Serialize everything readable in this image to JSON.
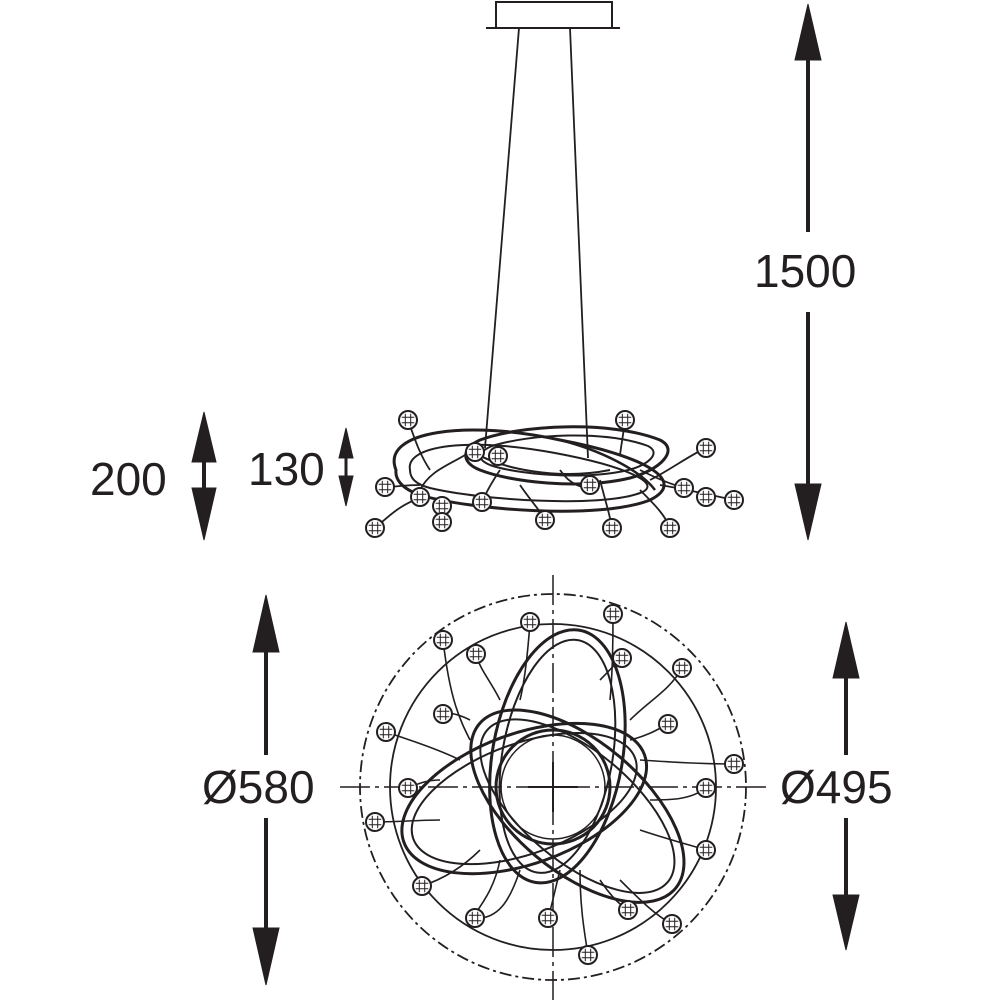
{
  "drawing": {
    "line_color": "#231f20",
    "background": "#ffffff"
  },
  "dimensions": {
    "suspension_length": "1500",
    "total_height": "200",
    "ring_height": "130",
    "outer_diameter": "Ø580",
    "ring_diameter": "Ø495"
  }
}
